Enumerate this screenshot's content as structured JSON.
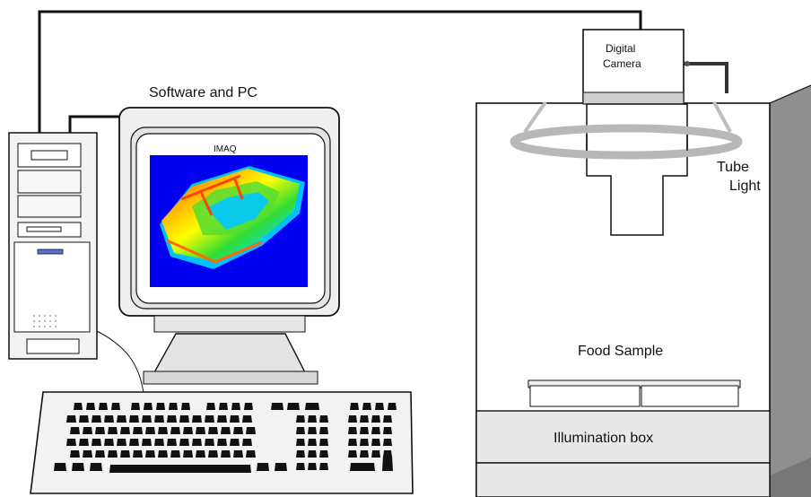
{
  "labels": {
    "software": "Software and PC",
    "screen": "IMAQ",
    "camera_line1": "Digital",
    "camera_line2": "Camera",
    "tube_line1": "Tube",
    "tube_line2": "Light",
    "food": "Food Sample",
    "illumination": "Illumination  box"
  },
  "icons": [
    "computer-tower-icon",
    "crt-monitor-icon",
    "keyboard-icon",
    "digital-camera-icon",
    "tube-light-icon",
    "illumination-box-icon"
  ]
}
